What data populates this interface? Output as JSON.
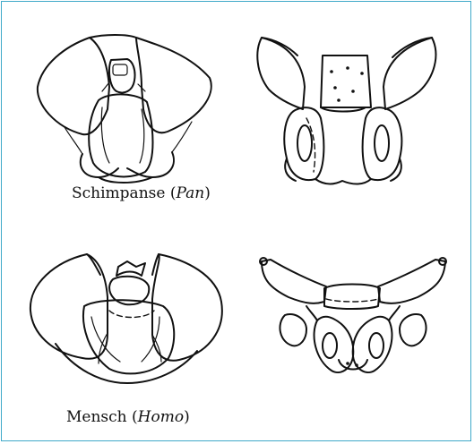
{
  "captions": {
    "chimp": {
      "name": "Schimpanse",
      "genus": "Pan"
    },
    "human": {
      "name": "Mensch",
      "genus": "Homo"
    }
  },
  "colors": {
    "frame_border": "#3fa9c9",
    "ink": "#111111"
  }
}
